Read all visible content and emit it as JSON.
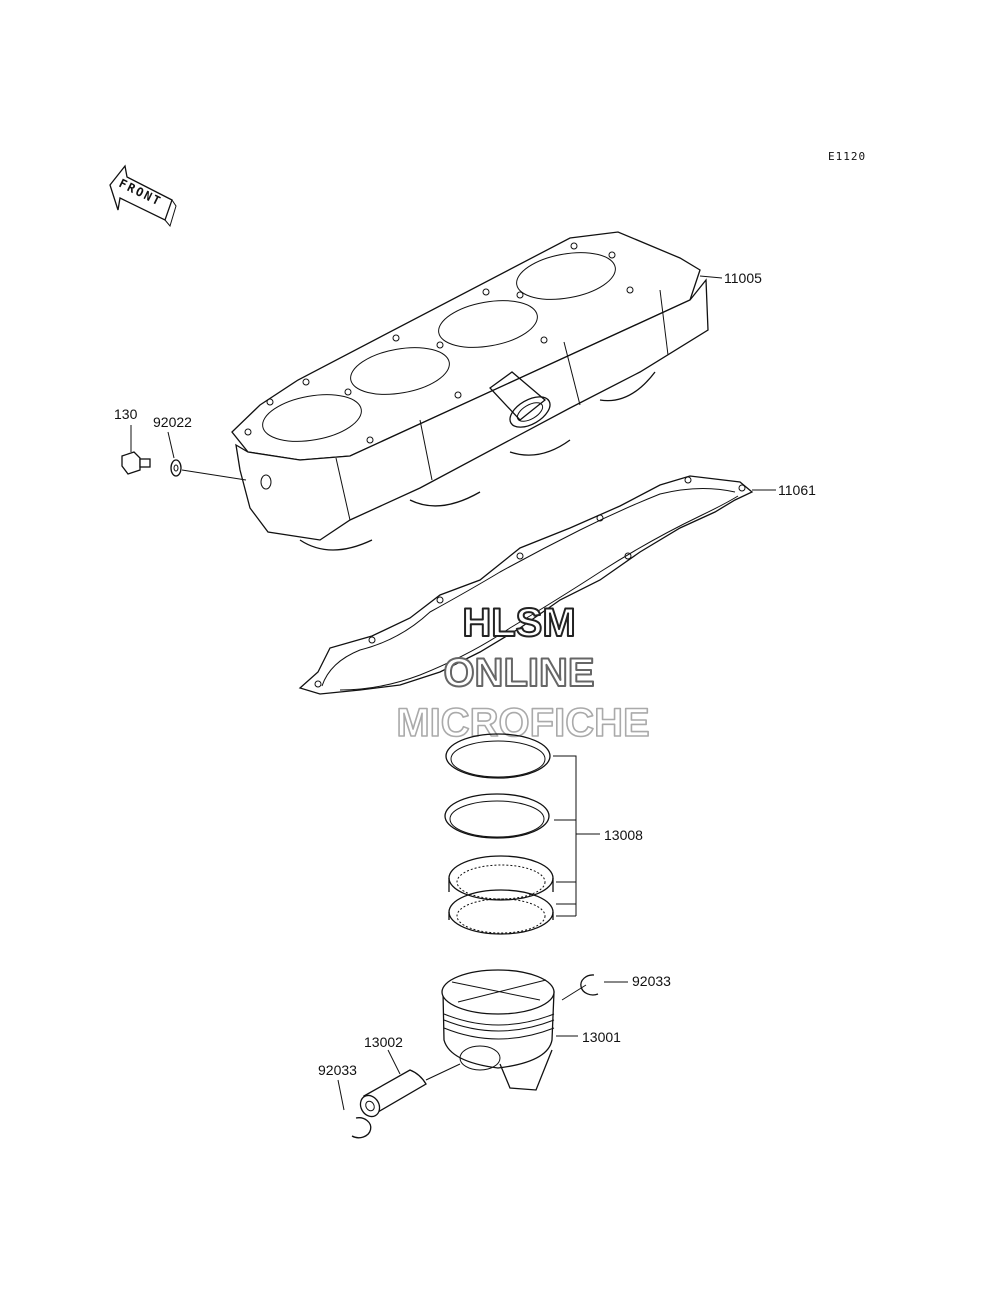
{
  "diagram_code": "E1120",
  "front_label": "FRONT",
  "watermark": {
    "line1": "HLSM",
    "line2": "ONLINE",
    "line3": "MICROFICHE"
  },
  "parts": {
    "cylinder": "11005",
    "head_gasket": "11061",
    "bolt": "130",
    "washer": "92022",
    "piston_rings": "13008",
    "circlip_right": "92033",
    "piston": "13001",
    "piston_pin": "13002",
    "circlip_left": "92033"
  }
}
